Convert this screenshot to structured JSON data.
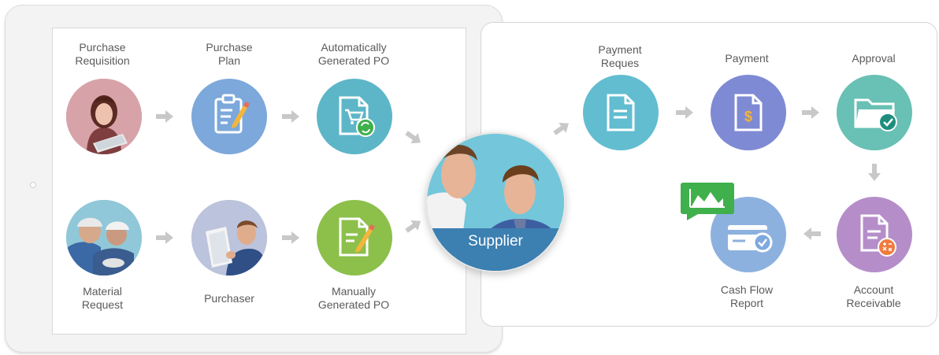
{
  "left_flow": {
    "purchase_requisition": "Purchase\nRequisition",
    "purchase_plan": "Purchase\nPlan",
    "auto_po": "Automatically\nGenerated PO",
    "material_request": "Material\nRequest",
    "purchaser": "Purchaser",
    "manual_po": "Manually\nGenerated PO"
  },
  "supplier": "Supplier",
  "right_flow": {
    "payment_request": "Payment\nReques",
    "payment": "Payment",
    "approval": "Approval",
    "account_receivable": "Account\nReceivable",
    "cash_flow_report": "Cash Flow\nReport"
  },
  "icons": {
    "requisition": "person-with-tablet-photo",
    "plan": "clipboard-pencil-icon",
    "auto_po": "document-cart-refresh-icon",
    "material_request": "workers-photo",
    "purchaser": "person-reading-photo",
    "manual_po": "document-pencil-icon",
    "payment_request": "document-icon",
    "payment": "document-dollar-icon",
    "approval": "folder-check-icon",
    "account_receivable": "document-calculator-icon",
    "cash_flow_report": "card-chart-icon"
  },
  "colors": {
    "plan": "#7da8db",
    "auto_po": "#5db6c7",
    "manual_po": "#8cc04b",
    "payment_request": "#62bdd0",
    "payment": "#7f8ad4",
    "approval": "#69c0b4",
    "account_receivable": "#b58ec9",
    "cash_flow_report": "#8db1df",
    "supplier_band": "#3c7fb1",
    "arrow": "#c8c8c8",
    "chart_badge": "#3fb04c"
  }
}
